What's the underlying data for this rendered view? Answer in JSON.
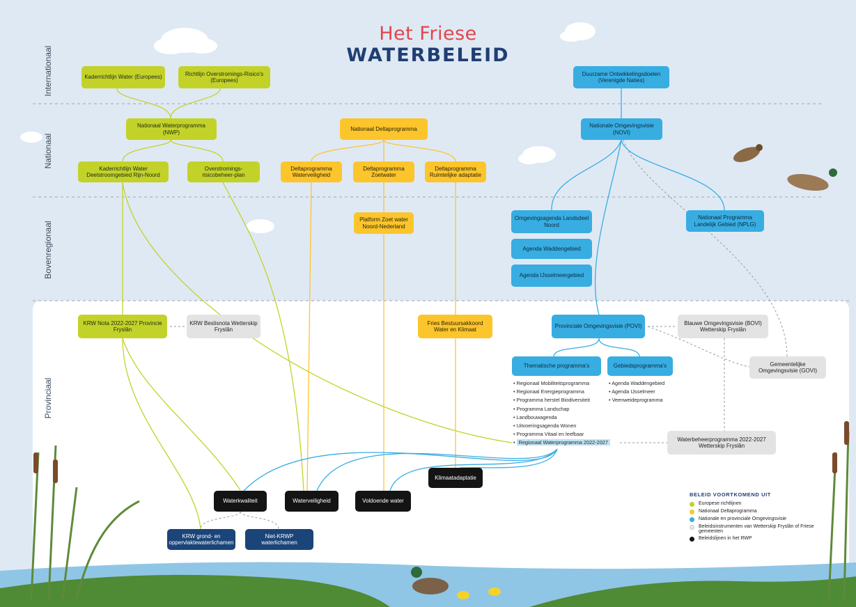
{
  "title": {
    "line1": "Het Friese",
    "line2": "WATERBELEID"
  },
  "bands": {
    "internationaal": "Internationaal",
    "nationaal": "Nationaal",
    "bovenregionaal": "Bovenregionaal",
    "provinciaal": "Provinciaal"
  },
  "boxes": {
    "krw_eu": "Kaderrichtlijn Water (Europees)",
    "ror_eu": "Richtlijn Overstromings-Risico's (Europees)",
    "sdg": "Duurzame Ontwikkelingsdoelen (Verenigde Naties)",
    "nwp": "Nationaal Waterprogramma (NWP)",
    "ndp": "Nationaal Deltaprogramma",
    "novi": "Nationale Omgevingsvisie (NOVI)",
    "krw_rijn": "Kaderrichtlijn Water Deelstroomgebied Rijn-Noord",
    "orbp": "Overstromings-risicobeheer-plan",
    "dp_wv": "Deltaprogramma Waterveiligheid",
    "dp_zw": "Deltaprogramma Zoetwater",
    "dp_ra": "Deltaprogramma Ruimtelijke adaptatie",
    "platform": "Platform Zoet water Noord-Nederland",
    "oa_noord": "Omgevingsagenda Landsdeel Noord",
    "agenda_wadden": "Agenda Waddengebied",
    "agenda_ijssel": "Agenda IJsselmeergebied",
    "nplg": "Nationaal Programma Landelijk Gebied (NPLG)",
    "krw_nota": "KRW Nota 2022-2027 Provincie Fryslân",
    "krw_beslis": "KRW Beslisnota Wetterskip Fryslân",
    "fries_akkoord": "Fries Bestuursakkoord Water en Klimaat",
    "povi": "Provinciale Omgevingsvisie (POVI)",
    "bovi": "Blauwe Omgevingsvisie (BOVI) Wetterskip Fryslân",
    "themat": "Thematische programma's",
    "gebied": "Gebiedsprogramma's",
    "govi": "Gemeentelijke Omgevingsvisie (GOVI)",
    "wbp": "Waterbeheerprogramma 2022-2027 Wetterskip Fryslân",
    "klimaat": "Klimaatadaptatie",
    "waterkwaliteit": "Waterkwaliteit",
    "waterveiligheid": "Waterveiligheid",
    "voldoende": "Voldoende water",
    "krw_grond": "KRW grond- en oppervlaktewaterlichamen",
    "niet_krwp": "Niet-KRWP waterlichamen"
  },
  "thematic_list": [
    "Regionaal Mobiliteitsprogramma",
    "Regionaal Energieprogramma",
    "Programma herstel Biodiversiteit",
    "Programma Landschap",
    "Landbouwagenda",
    "Uitvoeringsagenda Wonen",
    "Programma Vitaal en leefbaar"
  ],
  "thematic_highlight": "Regionaal Waterprogramma 2022-2027",
  "gebied_list": [
    "Agenda Waddengebied",
    "Agenda IJsselmeer",
    "Veenweideprogramma"
  ],
  "legend": {
    "title": "BELEID VOORTKOMEND UIT",
    "items": [
      {
        "label": "Europese richtlijnen",
        "color": "#c3d229"
      },
      {
        "label": "Nationaal Deltaprogramma",
        "color": "#fcc52c"
      },
      {
        "label": "Nationale en provinciale Omgevingsvisie",
        "color": "#38ade2"
      },
      {
        "label": "Beleidsinstrumenten van Wetterskip Fryslân of Friese gemeenten",
        "color": "#e8e8e8"
      },
      {
        "label": "Beleidslijnen in het RWP",
        "color": "#141414"
      }
    ]
  },
  "colors": {
    "green": "#c3d229",
    "yellow": "#fcc52c",
    "blue": "#38ade2",
    "grey": "#e3e3e3",
    "black": "#141414",
    "navy": "#1b4479",
    "title_red": "#e0464a"
  }
}
